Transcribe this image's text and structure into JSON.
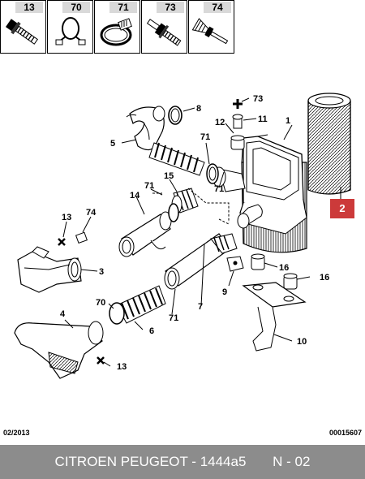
{
  "top_parts": [
    {
      "num": "13",
      "icon": "flange-bolt-icon"
    },
    {
      "num": "70",
      "icon": "spring-clamp-icon"
    },
    {
      "num": "71",
      "icon": "worm-clamp-icon"
    },
    {
      "num": "73",
      "icon": "stud-bolt-icon"
    },
    {
      "num": "74",
      "icon": "push-rivet-icon"
    }
  ],
  "callouts": {
    "c73": "73",
    "c8": "8",
    "c11": "11",
    "c1": "1",
    "c12": "12",
    "c5": "5",
    "c71a": "71",
    "c15": "15",
    "c14": "14",
    "c71b": "71",
    "c71c": "71",
    "c13a": "13",
    "c74": "74",
    "c3": "3",
    "c9": "9",
    "c16a": "16",
    "c16b": "16",
    "c70": "70",
    "c7": "7",
    "c71d": "71",
    "c6": "6",
    "c4": "4",
    "c10": "10",
    "c13b": "13"
  },
  "tag_label": "2",
  "date_code": "02/2013",
  "diagram_code": "00015607",
  "footer": {
    "brand": "CITROEN PEUGEOT - 1444a5",
    "page": "N - 02"
  },
  "accent_color": "#cc3a3a"
}
